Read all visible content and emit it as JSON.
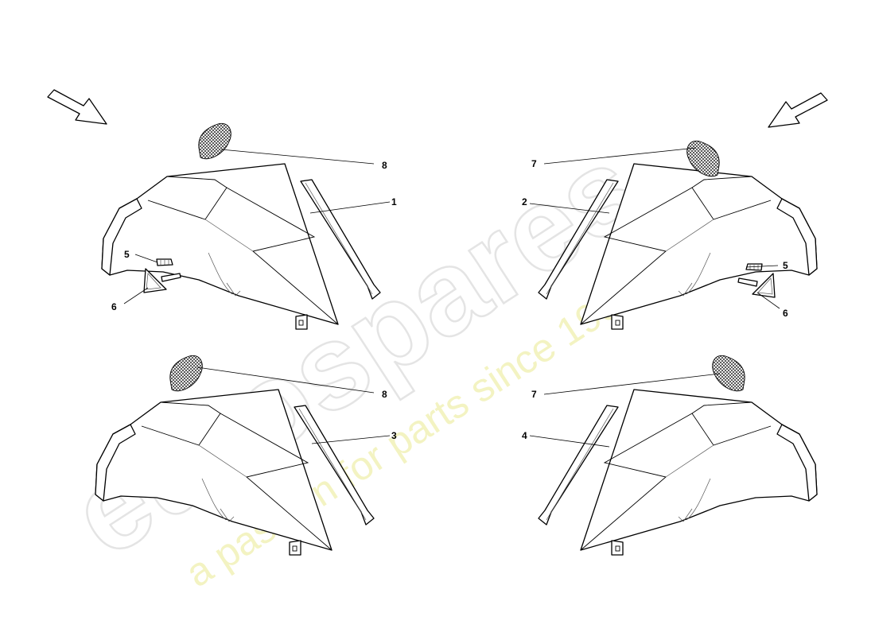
{
  "watermark": {
    "logo": "eurospares",
    "tagline": "a passion for parts since 1985"
  },
  "callouts": {
    "a1": "8",
    "a2": "1",
    "a3": "5",
    "a4": "6",
    "b1": "7",
    "b2": "2",
    "b3": "5",
    "b4": "6",
    "c1": "8",
    "c2": "3",
    "d1": "7",
    "d2": "4"
  },
  "colors": {
    "line": "#000000",
    "watermark_logo": "#e4e4e4",
    "watermark_tagline": "#f2f2b8"
  }
}
